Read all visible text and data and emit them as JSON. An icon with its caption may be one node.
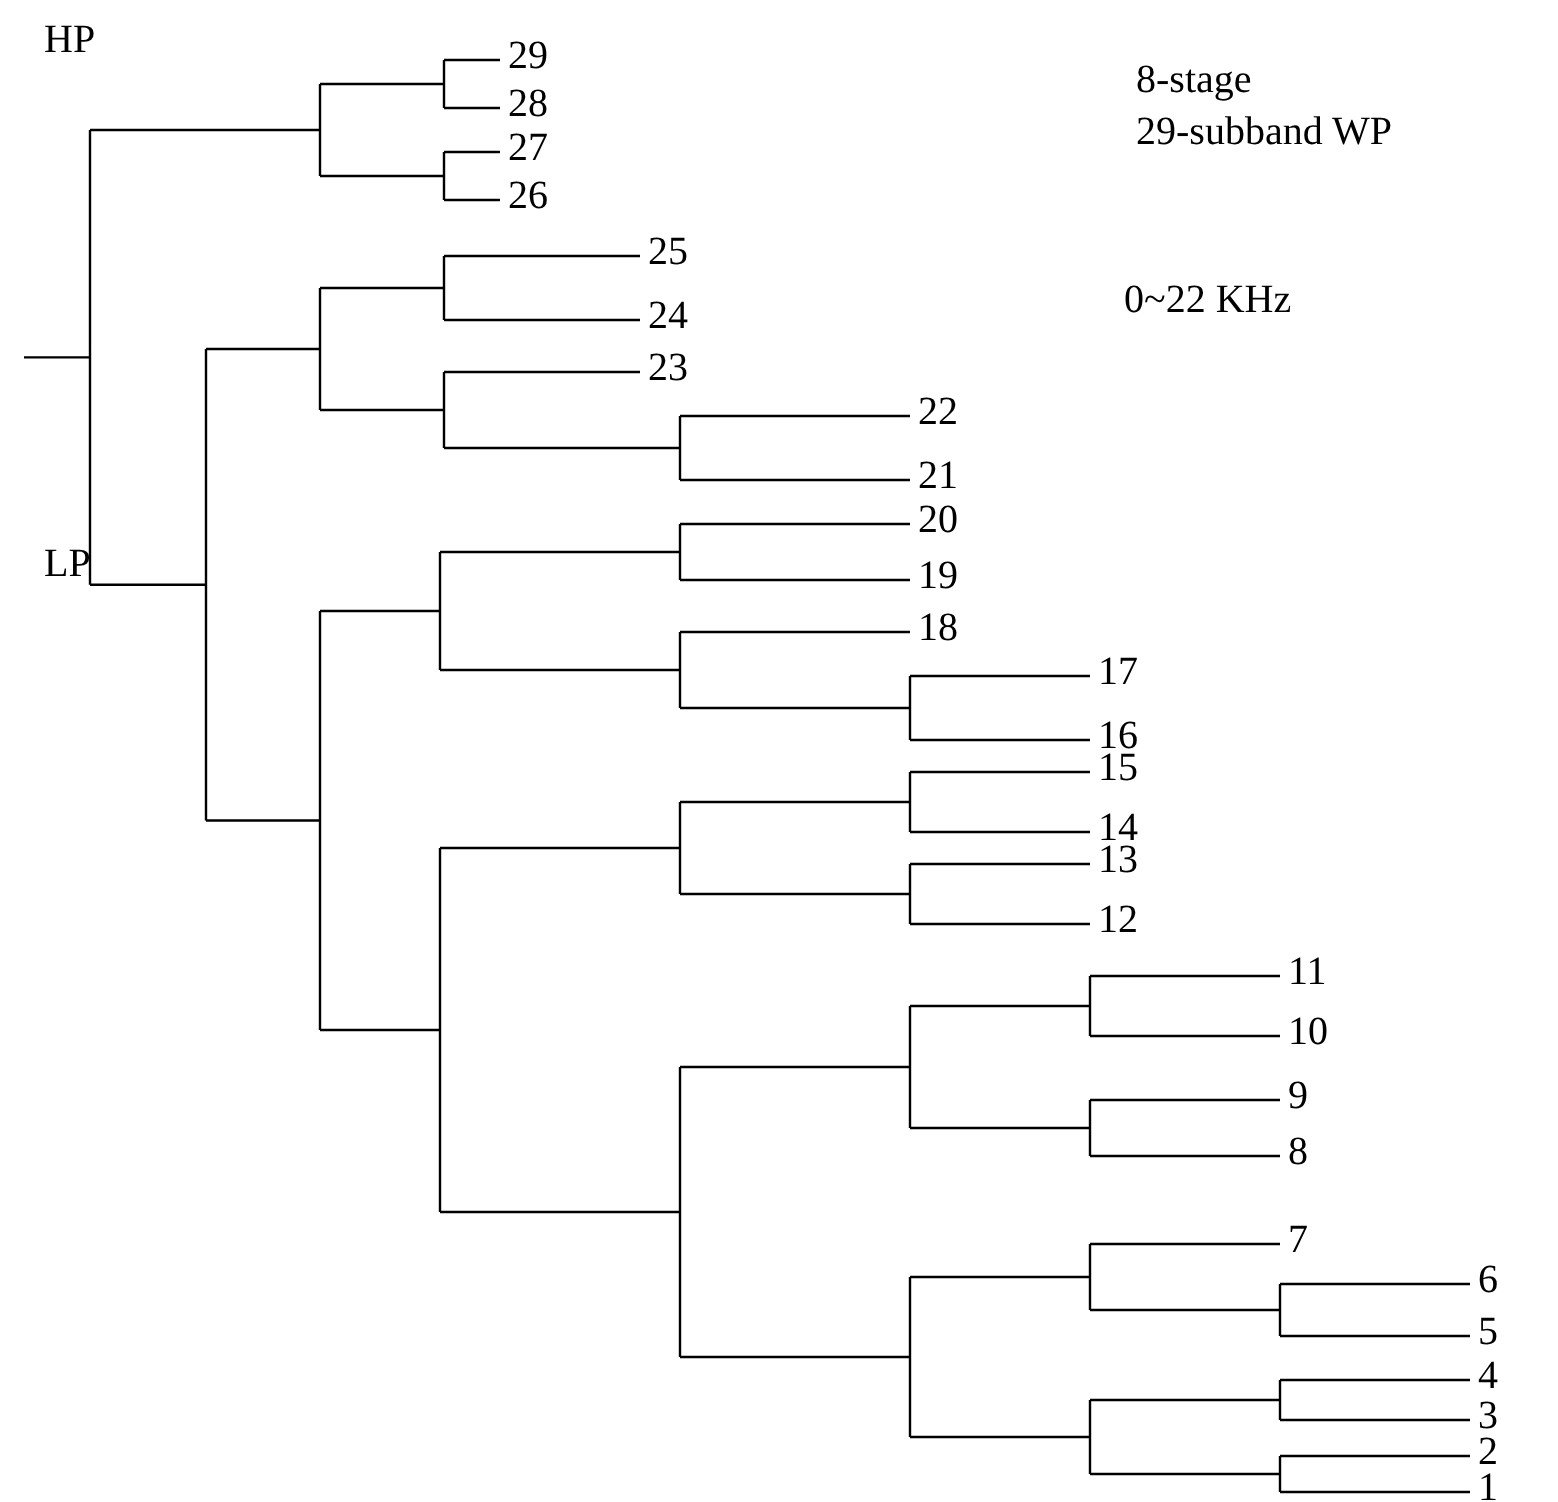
{
  "diagram": {
    "labels": [
      "HP",
      "LP",
      "8-stage",
      "29-subband WP",
      "0~22 KHz",
      "29",
      "28",
      "27",
      "26",
      "25",
      "24",
      "23",
      "22",
      "21",
      "20",
      "19",
      "18",
      "17",
      "16",
      "15",
      "14",
      "13",
      "12",
      "11",
      "10",
      "9",
      "8",
      "7",
      "6",
      "5",
      "4",
      "3",
      "2",
      "1"
    ]
  }
}
